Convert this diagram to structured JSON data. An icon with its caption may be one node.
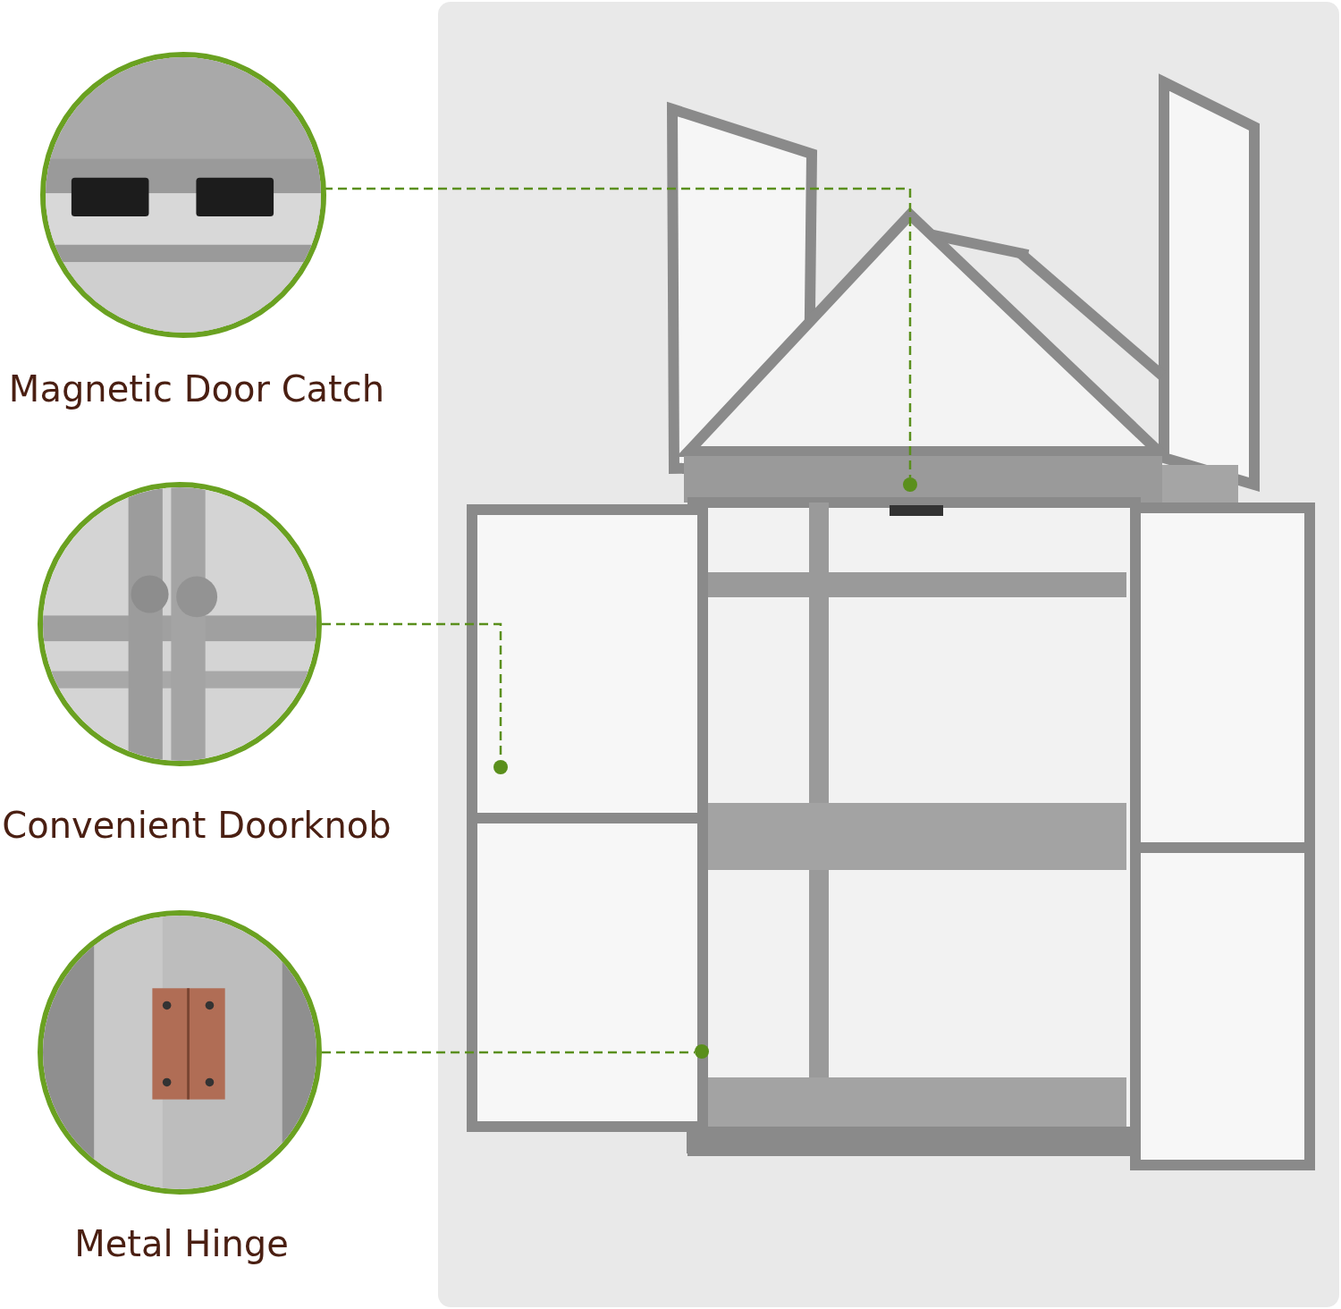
{
  "diagram": {
    "nodes": [
      {
        "text": [],
        "shape": "picture"
      },
      {
        "text": [],
        "shape": "picture",
        "beside": [
          "Magnetic Door Catch"
        ]
      },
      {
        "text": [],
        "shape": "picture",
        "beside": [
          "Convenient Doorknob"
        ]
      },
      {
        "text": [],
        "shape": "picture",
        "beside": [
          "Metal Hinge"
        ]
      },
      {
        "text": [],
        "shape": "circle",
        "in": 0
      },
      {
        "text": [],
        "shape": "circle",
        "in": 0
      },
      {
        "text": [],
        "shape": "circle",
        "in": 0
      }
    ],
    "edges": [
      {
        "from": 1,
        "to": 4,
        "arrow": "none",
        "style": "dashed"
      },
      {
        "from": 2,
        "to": 5,
        "arrow": "none",
        "style": "dashed"
      },
      {
        "from": 3,
        "to": 6,
        "arrow": "none",
        "style": "dashed"
      }
    ]
  }
}
